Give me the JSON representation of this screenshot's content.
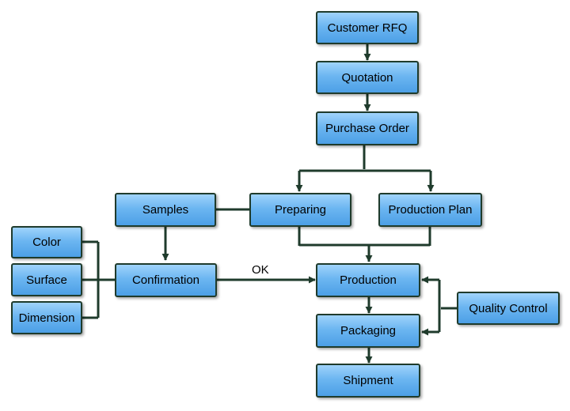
{
  "nodes": {
    "customer_rfq": "Customer RFQ",
    "quotation": "Quotation",
    "purchase_order": "Purchase Order",
    "samples": "Samples",
    "preparing": "Preparing",
    "production_plan": "Production Plan",
    "color": "Color",
    "surface": "Surface",
    "dimension": "Dimension",
    "confirmation": "Confirmation",
    "production": "Production",
    "quality_control": "Quality Control",
    "packaging": "Packaging",
    "shipment": "Shipment"
  },
  "edge_labels": {
    "confirmation_to_production": "OK"
  },
  "colors": {
    "line": "#1f3b2c",
    "box_top": "#9fd3fb",
    "box_bottom": "#4c9fe6"
  }
}
